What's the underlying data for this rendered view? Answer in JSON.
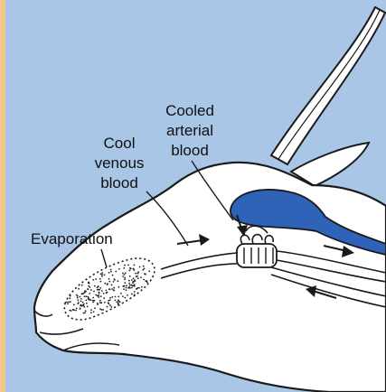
{
  "labels": {
    "evaporation": "Evaporation",
    "cool_venous_blood_line1": "Cool",
    "cool_venous_blood_line2": "venous",
    "cool_venous_blood_line3": "blood",
    "cooled_arterial_blood_line1": "Cooled",
    "cooled_arterial_blood_line2": "arterial",
    "cooled_arterial_blood_line3": "blood"
  },
  "colors": {
    "background": "#a9c6e6",
    "page_edge": "#f3c88b",
    "head_fill": "#ffffff",
    "outline": "#1a1a1a",
    "blood_blue": "#2e63b8",
    "stipple": "#222222"
  }
}
